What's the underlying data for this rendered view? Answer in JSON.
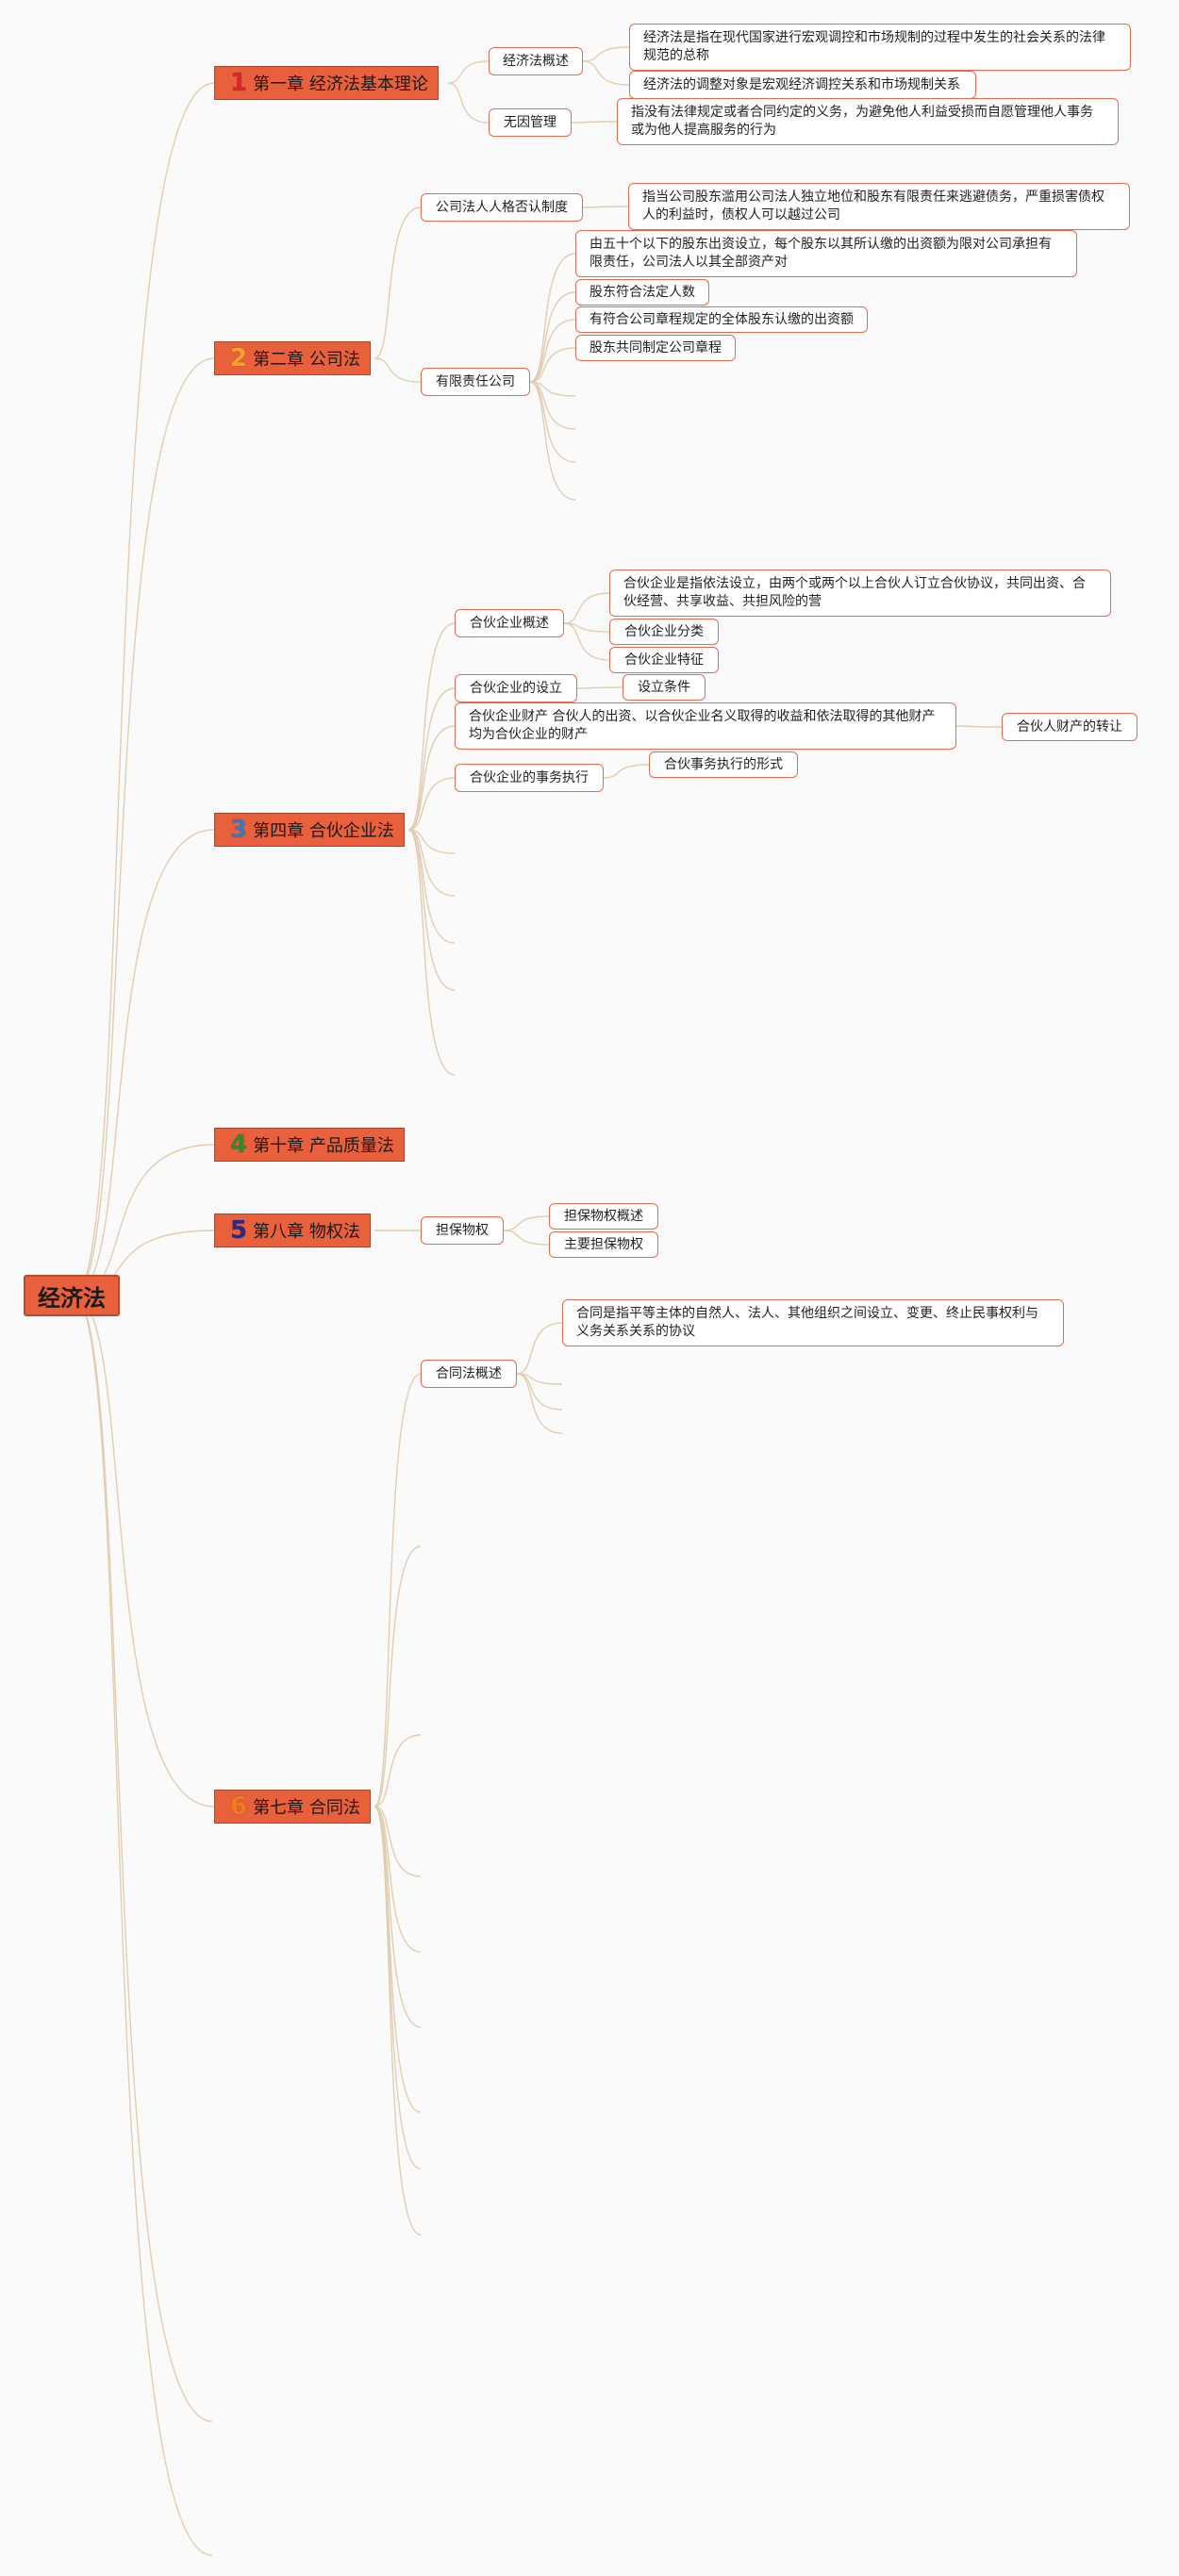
{
  "root": {
    "label": "经济法"
  },
  "accent": "#e8603c",
  "line_color": "#e2cdb3",
  "chapters": [
    {
      "num": "1",
      "num_color": "#d9232d",
      "label": "第一章 经济法基本理论"
    },
    {
      "num": "2",
      "num_color": "#f5a524",
      "label": "第二章 公司法"
    },
    {
      "num": "3",
      "num_color": "#3b78c2",
      "label": "第四章 合伙企业法"
    },
    {
      "num": "4",
      "num_color": "#2e8b2e",
      "label": "第十章 产品质量法"
    },
    {
      "num": "5",
      "num_color": "#2a2a86",
      "label": "第八章 物权法"
    },
    {
      "num": "6",
      "num_color": "#f07c1e",
      "label": "第七章 合同法"
    }
  ],
  "ch1": {
    "overview": "经济法概述",
    "overview_items": [
      "经济法是指在现代国家进行宏观调控和市场规制的过程中发生的社会关系的法律规范的总称",
      "经济法的调整对象是宏观经济调控关系和市场规制关系"
    ],
    "negotiorum": "无因管理",
    "negotiorum_def": "指没有法律规定或者合同约定的义务，为避免他人利益受损而自愿管理他人事务或为他人提高服务的行为"
  },
  "ch2": {
    "piercing": "公司法人人格否认制度",
    "piercing_def": "指当公司股东滥用公司法人独立地位和股东有限责任来逃避债务，严重损害债权人的利益时，债权人可以越过公司",
    "llc": "有限责任公司",
    "llc_items": [
      "由五十个以下的股东出资设立，每个股东以其所认缴的出资额为限对公司承担有限责任，公司法人以其全部资产对",
      "股东符合法定人数",
      "有符合公司章程规定的全体股东认缴的出资额",
      "股东共同制定公司章程"
    ]
  },
  "ch3": {
    "overview": "合伙企业概述",
    "overview_items": [
      "合伙企业是指依法设立，由两个或两个以上合伙人订立合伙协议，共同出资、合伙经营、共享收益、共担风险的营",
      "合伙企业分类",
      "合伙企业特征"
    ],
    "setup": "合伙企业的设立",
    "setup_item": "设立条件",
    "property": "合伙企业财产 合伙人的出资、以合伙企业名义取得的收益和依法取得的其他财产均为合伙企业的财产",
    "property_item": "合伙人财产的转让",
    "affairs": "合伙企业的事务执行",
    "affairs_item": "合伙事务执行的形式"
  },
  "ch5": {
    "collateral": "担保物权",
    "items": [
      "担保物权概述",
      "主要担保物权"
    ]
  },
  "ch6": {
    "overview": "合同法概述",
    "overview_def": "合同是指平等主体的自然人、法人、其他组织之间设立、变更、终止民事权利与义务关系关系的协议"
  }
}
